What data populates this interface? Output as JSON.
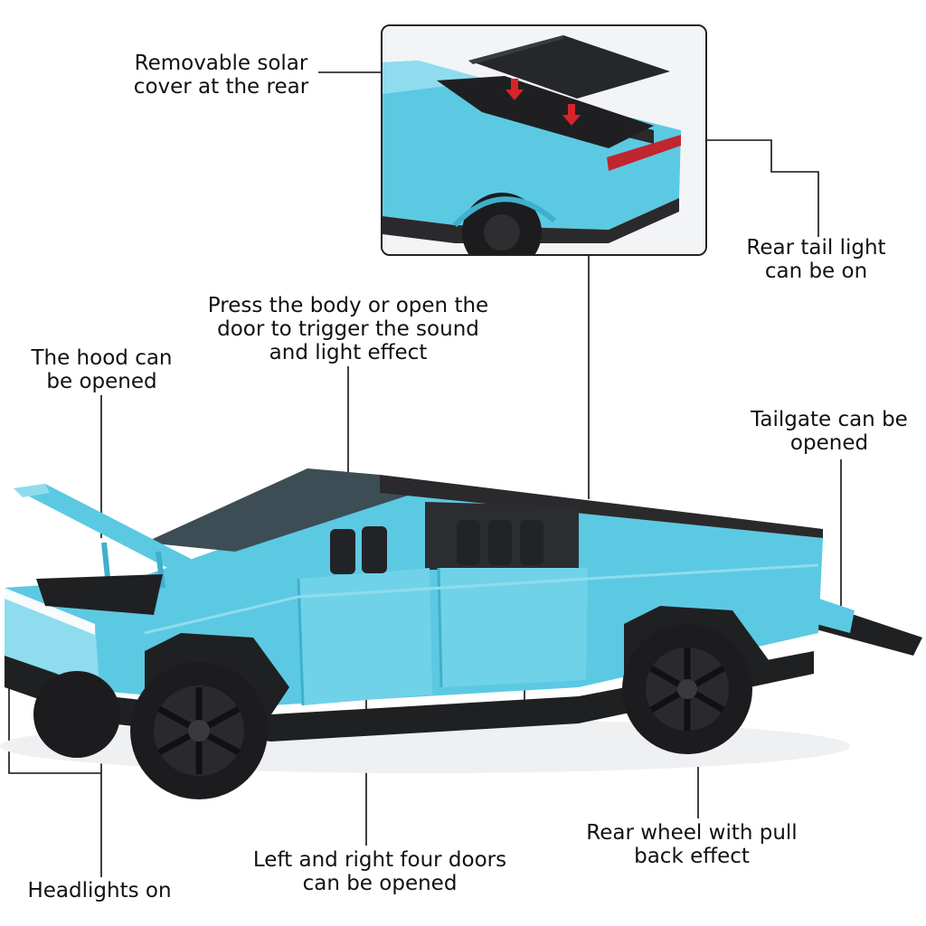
{
  "colors": {
    "body": "#5cc9e2",
    "body_shade": "#3fb0cc",
    "body_light": "#8fdcee",
    "tire": "#1c1c1e",
    "trim": "#2a2a2c",
    "tail_light": "#c0262f",
    "arrow": "#d8232a",
    "line": "#111111"
  },
  "icons": {
    "car": "cybertruck-toy-car",
    "inset": "rear-bed-closeup"
  },
  "callouts": {
    "solar_cover": [
      "Removable solar",
      "cover at the rear"
    ],
    "tail_light": [
      "Rear tail light",
      "can be on"
    ],
    "sound": [
      "Press the body or open the",
      "door to trigger the sound",
      "and light effect"
    ],
    "hood": [
      "The hood can",
      "be opened"
    ],
    "tailgate": [
      "Tailgate can be",
      "opened"
    ],
    "rear_wheel": [
      "Rear wheel with pull",
      "back effect"
    ],
    "doors": [
      "Left and right four doors",
      "can be opened"
    ],
    "headlights": [
      "Headlights on"
    ]
  }
}
